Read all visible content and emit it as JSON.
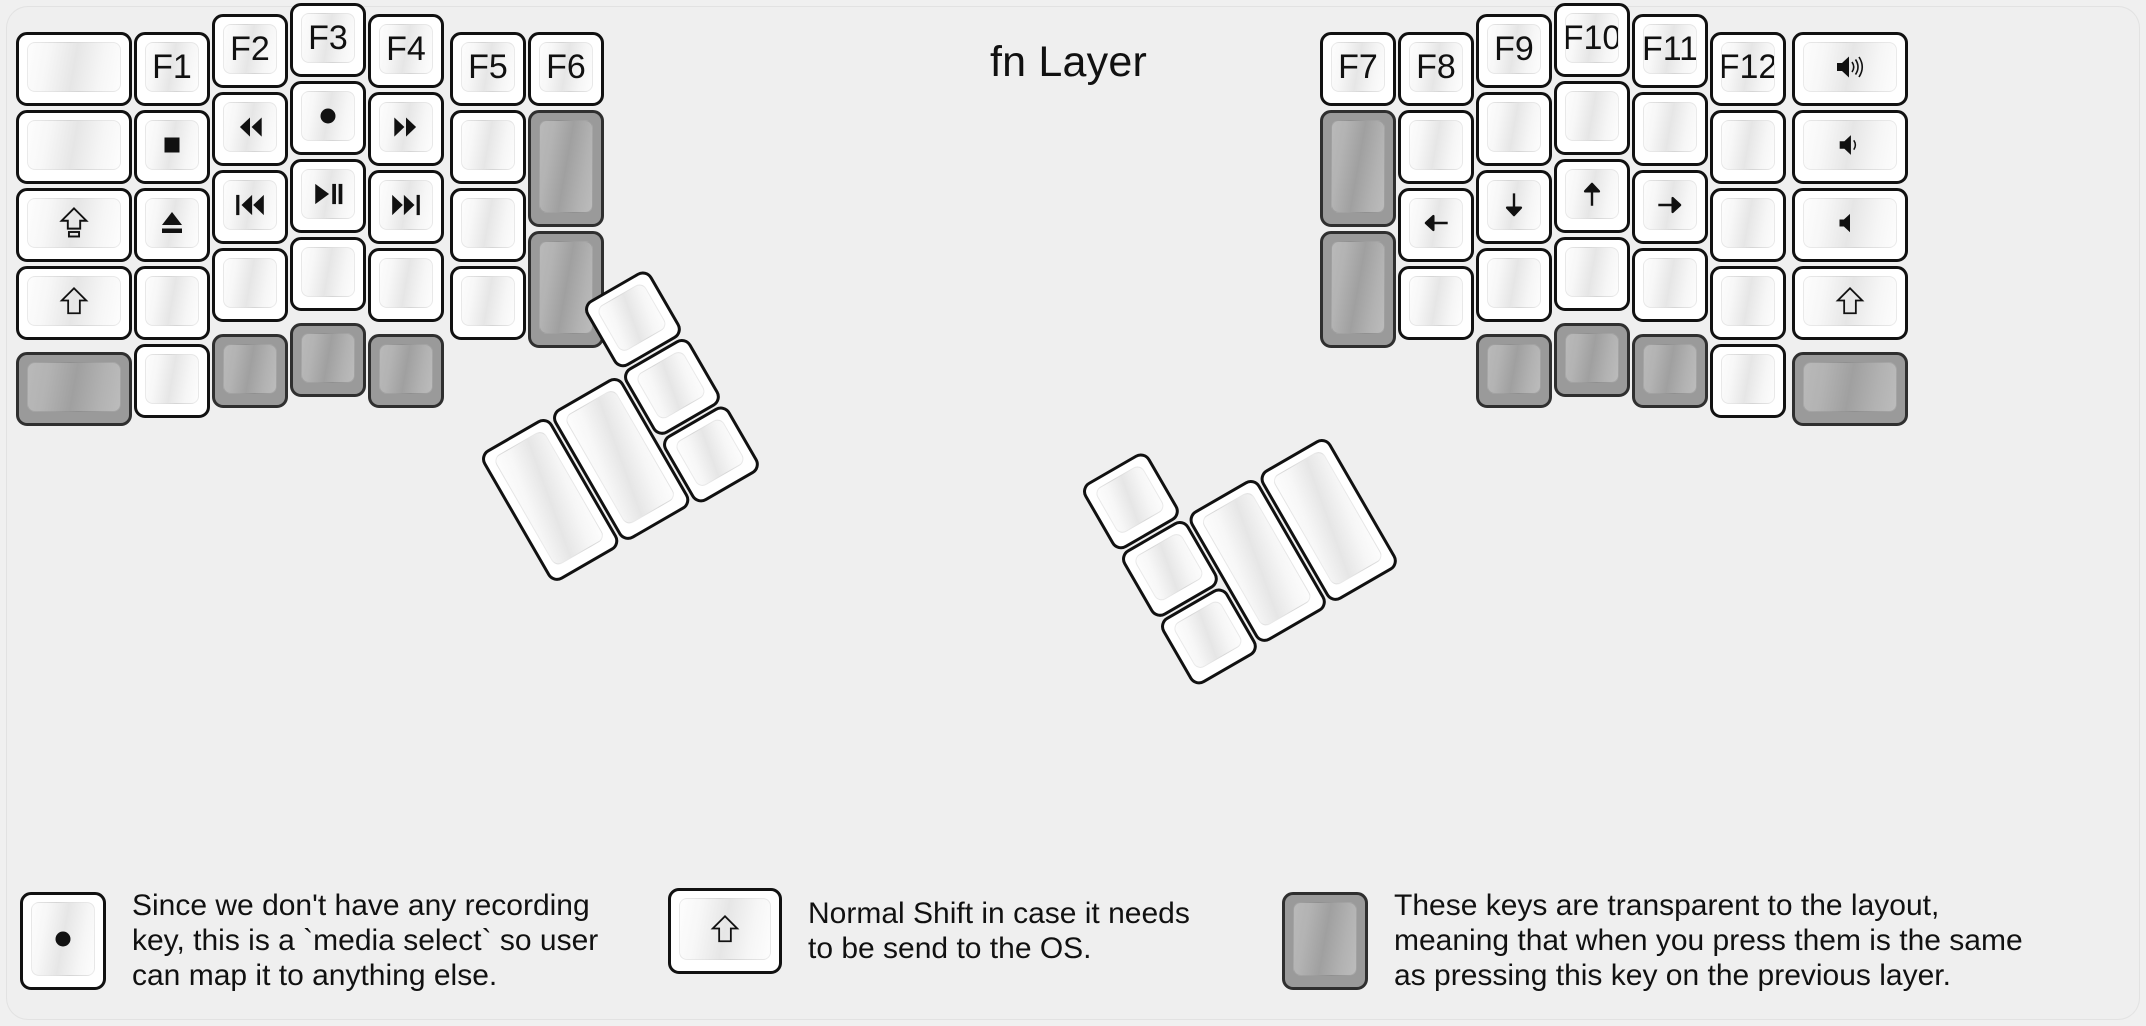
{
  "title": "fn Layer",
  "colors": {
    "background": "#efefef",
    "key_fill": "#ffffff",
    "key_border": "#111111",
    "transparent_key_fill": "#9a9a9a",
    "transparent_key_border": "#2f2f2f",
    "text": "#111111"
  },
  "keyboard": {
    "left_half": {
      "columns": [
        {
          "name": "pinky-outer",
          "keys": [
            {
              "label": "",
              "icon": "",
              "transparent": false
            },
            {
              "label": "",
              "icon": "",
              "transparent": false
            },
            {
              "label": "",
              "icon": "caps-lock-icon",
              "transparent": false
            },
            {
              "label": "",
              "icon": "shift-icon",
              "transparent": false
            },
            {
              "label": "",
              "icon": "",
              "transparent": true
            }
          ]
        },
        {
          "name": "pinky",
          "keys": [
            {
              "label": "F1",
              "icon": "",
              "transparent": false
            },
            {
              "label": "",
              "icon": "media-stop-icon",
              "transparent": false
            },
            {
              "label": "",
              "icon": "eject-icon",
              "transparent": false
            },
            {
              "label": "",
              "icon": "",
              "transparent": false
            },
            {
              "label": "",
              "icon": "",
              "transparent": false
            }
          ]
        },
        {
          "name": "ring",
          "keys": [
            {
              "label": "F2",
              "icon": "",
              "transparent": false
            },
            {
              "label": "",
              "icon": "media-rewind-icon",
              "transparent": false
            },
            {
              "label": "",
              "icon": "media-previous-track-icon",
              "transparent": false
            },
            {
              "label": "",
              "icon": "",
              "transparent": false
            },
            {
              "label": "",
              "icon": "",
              "transparent": true
            }
          ]
        },
        {
          "name": "middle",
          "keys": [
            {
              "label": "F3",
              "icon": "",
              "transparent": false
            },
            {
              "label": "",
              "icon": "media-record-icon",
              "transparent": false
            },
            {
              "label": "",
              "icon": "media-play-pause-icon",
              "transparent": false
            },
            {
              "label": "",
              "icon": "",
              "transparent": false
            },
            {
              "label": "",
              "icon": "",
              "transparent": true
            }
          ]
        },
        {
          "name": "index",
          "keys": [
            {
              "label": "F4",
              "icon": "",
              "transparent": false
            },
            {
              "label": "",
              "icon": "media-fast-forward-icon",
              "transparent": false
            },
            {
              "label": "",
              "icon": "media-next-track-icon",
              "transparent": false
            },
            {
              "label": "",
              "icon": "",
              "transparent": false
            },
            {
              "label": "",
              "icon": "",
              "transparent": true
            }
          ]
        },
        {
          "name": "index-inner",
          "keys": [
            {
              "label": "F5",
              "icon": "",
              "transparent": false
            },
            {
              "label": "",
              "icon": "",
              "transparent": false
            },
            {
              "label": "",
              "icon": "",
              "transparent": false
            },
            {
              "label": "",
              "icon": "",
              "transparent": false
            }
          ]
        },
        {
          "name": "inner",
          "keys": [
            {
              "label": "F6",
              "icon": "",
              "transparent": false
            },
            {
              "label": "",
              "icon": "",
              "transparent": true
            },
            {
              "label": "",
              "icon": "",
              "transparent": true
            }
          ]
        }
      ],
      "thumb_cluster": [
        {
          "label": "",
          "icon": "",
          "transparent": false
        },
        {
          "label": "",
          "icon": "",
          "transparent": false
        },
        {
          "label": "",
          "icon": "",
          "transparent": false
        },
        {
          "label": "",
          "icon": "",
          "transparent": false
        },
        {
          "label": "",
          "icon": "",
          "transparent": false
        }
      ]
    },
    "right_half": {
      "columns": [
        {
          "name": "inner",
          "keys": [
            {
              "label": "F7",
              "icon": "",
              "transparent": false
            },
            {
              "label": "",
              "icon": "",
              "transparent": true
            },
            {
              "label": "",
              "icon": "",
              "transparent": true
            }
          ]
        },
        {
          "name": "index-inner",
          "keys": [
            {
              "label": "F8",
              "icon": "",
              "transparent": false
            },
            {
              "label": "",
              "icon": "",
              "transparent": false
            },
            {
              "label": "",
              "icon": "arrow-left-icon",
              "transparent": false
            },
            {
              "label": "",
              "icon": "",
              "transparent": false
            }
          ]
        },
        {
          "name": "index",
          "keys": [
            {
              "label": "F9",
              "icon": "",
              "transparent": false
            },
            {
              "label": "",
              "icon": "",
              "transparent": false
            },
            {
              "label": "",
              "icon": "arrow-down-icon",
              "transparent": false
            },
            {
              "label": "",
              "icon": "",
              "transparent": false
            },
            {
              "label": "",
              "icon": "",
              "transparent": true
            }
          ]
        },
        {
          "name": "middle",
          "keys": [
            {
              "label": "F10",
              "icon": "",
              "transparent": false
            },
            {
              "label": "",
              "icon": "",
              "transparent": false
            },
            {
              "label": "",
              "icon": "arrow-up-icon",
              "transparent": false
            },
            {
              "label": "",
              "icon": "",
              "transparent": false
            },
            {
              "label": "",
              "icon": "",
              "transparent": true
            }
          ]
        },
        {
          "name": "ring",
          "keys": [
            {
              "label": "F11",
              "icon": "",
              "transparent": false
            },
            {
              "label": "",
              "icon": "",
              "transparent": false
            },
            {
              "label": "",
              "icon": "arrow-right-icon",
              "transparent": false
            },
            {
              "label": "",
              "icon": "",
              "transparent": false
            },
            {
              "label": "",
              "icon": "",
              "transparent": true
            }
          ]
        },
        {
          "name": "pinky",
          "keys": [
            {
              "label": "F12",
              "icon": "",
              "transparent": false
            },
            {
              "label": "",
              "icon": "",
              "transparent": false
            },
            {
              "label": "",
              "icon": "",
              "transparent": false
            },
            {
              "label": "",
              "icon": "",
              "transparent": false
            },
            {
              "label": "",
              "icon": "",
              "transparent": false
            }
          ]
        },
        {
          "name": "pinky-outer",
          "keys": [
            {
              "label": "",
              "icon": "volume-up-icon",
              "transparent": false
            },
            {
              "label": "",
              "icon": "volume-down-icon",
              "transparent": false
            },
            {
              "label": "",
              "icon": "volume-mute-icon",
              "transparent": false
            },
            {
              "label": "",
              "icon": "shift-icon",
              "transparent": false
            },
            {
              "label": "",
              "icon": "",
              "transparent": true
            }
          ]
        }
      ],
      "thumb_cluster": [
        {
          "label": "",
          "icon": "",
          "transparent": false
        },
        {
          "label": "",
          "icon": "",
          "transparent": false
        },
        {
          "label": "",
          "icon": "",
          "transparent": false
        },
        {
          "label": "",
          "icon": "",
          "transparent": false
        },
        {
          "label": "",
          "icon": "",
          "transparent": false
        }
      ]
    }
  },
  "legend": [
    {
      "icon": "media-record-icon",
      "transparent": false,
      "text": "Since we don't have any recording\nkey, this is a `media select` so user\ncan map it to anything else."
    },
    {
      "icon": "shift-icon",
      "transparent": false,
      "text": "Normal Shift in case it needs\nto be send to the OS."
    },
    {
      "icon": "",
      "transparent": true,
      "text": "These keys are transparent to the layout,\nmeaning that when you press them is the same\nas pressing this key on the previous layer."
    }
  ]
}
